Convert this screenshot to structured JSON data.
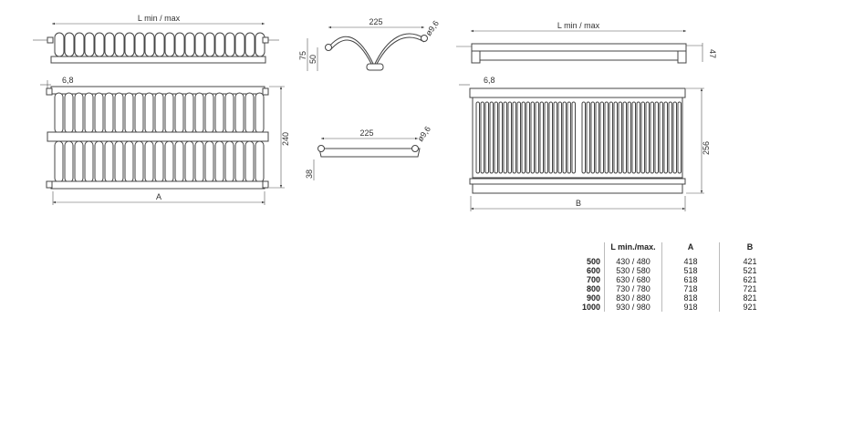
{
  "dimensions": {
    "l_min_max": "L min / max",
    "width_225": "225",
    "diameter": "ø9,6",
    "height_75": "75",
    "height_50": "50",
    "offset_6_8": "6,8",
    "height_240": "240",
    "height_38": "38",
    "height_256": "256",
    "height_47": "47",
    "label_a": "A",
    "label_b": "B"
  },
  "table": {
    "headers": [
      "",
      "L min./max.",
      "A",
      "B"
    ],
    "rows": [
      {
        "size": "500",
        "l": "430 / 480",
        "a": "418",
        "b": "421"
      },
      {
        "size": "600",
        "l": "530 / 580",
        "a": "518",
        "b": "521"
      },
      {
        "size": "700",
        "l": "630 / 680",
        "a": "618",
        "b": "621"
      },
      {
        "size": "800",
        "l": "730 / 780",
        "a": "718",
        "b": "721"
      },
      {
        "size": "900",
        "l": "830 / 880",
        "a": "818",
        "b": "821"
      },
      {
        "size": "1000",
        "l": "930 / 980",
        "a": "918",
        "b": "921"
      }
    ]
  }
}
